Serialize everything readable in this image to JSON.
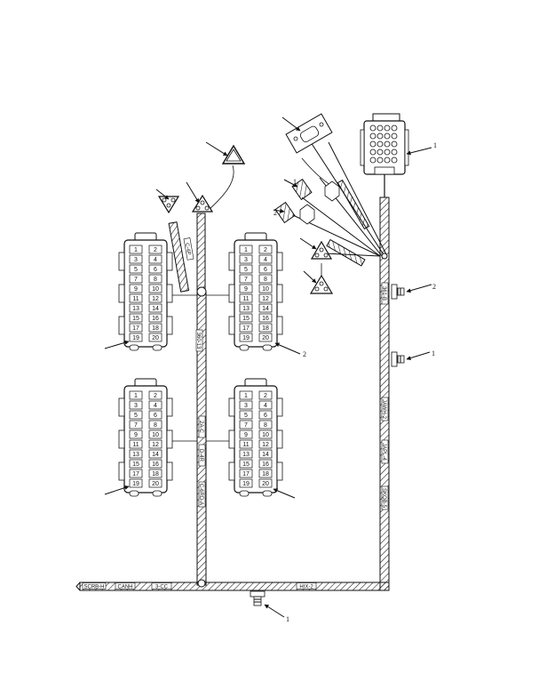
{
  "callouts": {
    "c1_top_right": "1",
    "c1_mid_right": "1",
    "c2_left_conn": "2",
    "c2_right_grommet": "2",
    "c2_block": "2",
    "c1_small_conn": "1",
    "c1_bottom": "1"
  },
  "wire_tags": {
    "t1": "360-13",
    "t2": "2A-C",
    "t3": "D-4R",
    "t4": "C-4P",
    "t5": "C-6RD-A",
    "t6": "361-B",
    "t7": "JAWH-2",
    "t8": "JAPL-4",
    "t9": "SKQB-5",
    "t10": "SCRB-H",
    "t11": "CANH",
    "t12": "3-CC",
    "t13": "HIX-2"
  },
  "blocks": {
    "pins": [
      [
        "1",
        "2"
      ],
      [
        "3",
        "4"
      ],
      [
        "5",
        "6"
      ],
      [
        "7",
        "8"
      ],
      [
        "9",
        "10"
      ],
      [
        "11",
        "12"
      ],
      [
        "13",
        "14"
      ],
      [
        "15",
        "16"
      ],
      [
        "17",
        "18"
      ],
      [
        "19",
        "20"
      ]
    ]
  }
}
